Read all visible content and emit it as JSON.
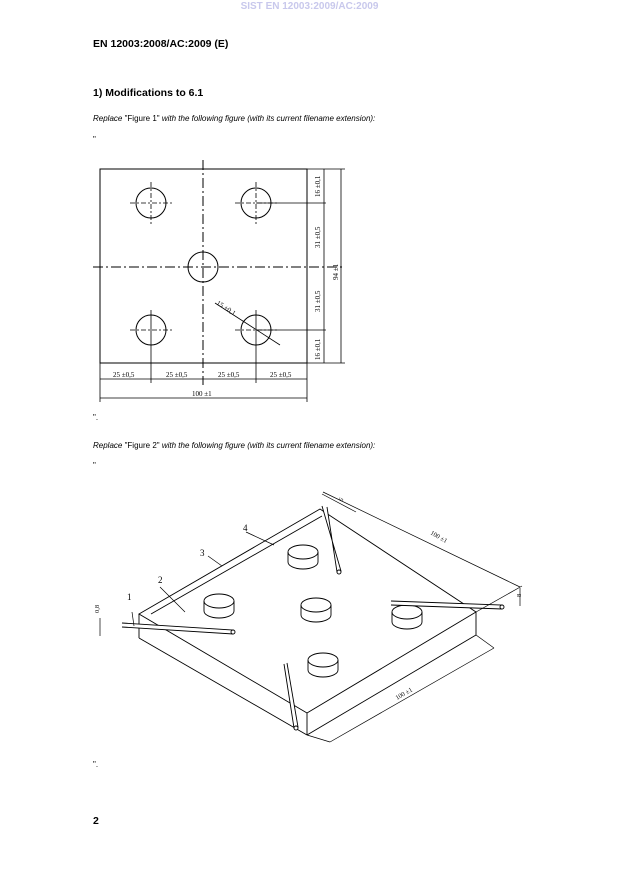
{
  "watermark": "SIST EN 12003:2009/AC:2009",
  "header": {
    "doc_id": "EN 12003:2008/AC:2009 (E)"
  },
  "section": {
    "title": "1)  Modifications to 6.1"
  },
  "instructions": [
    {
      "pre": "Replace",
      "quoted": " \"Figure 1\" ",
      "post": "with the following figure (with its current filename extension):"
    },
    {
      "pre": "Replace",
      "quoted": " \"Figure 2\" ",
      "post": "with the following figure (with its current filename extension):"
    }
  ],
  "quotes": {
    "open": "\"",
    "close": "\"."
  },
  "figure1": {
    "dims": {
      "top": "16 ±0,1",
      "mid1": "31 ±0,5",
      "mid2": "31 ±0,5",
      "bottom": "16 ±0,1",
      "height": "94 ±1",
      "diameter": "15 ±0,1",
      "w1": "25 ±0,5",
      "w2": "25 ±0,5",
      "w3": "25 ±0,5",
      "w4": "25 ±0,5",
      "width": "100 ±1"
    }
  },
  "figure2": {
    "labels": [
      "1",
      "2",
      "3",
      "4"
    ],
    "dims": {
      "thickness": "0,8",
      "rod": "6",
      "depth": "100 ±1",
      "width": "100 ±1",
      "height": "8"
    }
  },
  "footer": {
    "page_number": "2"
  }
}
